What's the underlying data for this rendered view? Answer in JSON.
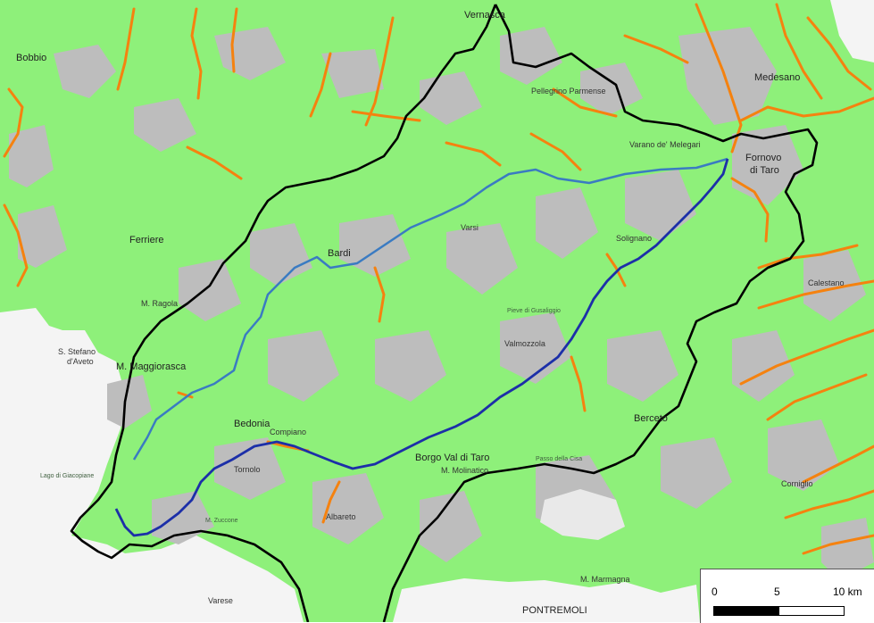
{
  "colors": {
    "land": "#8ef07a",
    "urban": "#bdbdbd",
    "roads": "#f5820f",
    "basin_boundary": "#000000",
    "river_main": "#1c2fa8",
    "river_tributary": "#3a7bc2"
  },
  "labels": {
    "bobbio": "Bobbio",
    "vernasca": "Vernasca",
    "medesano": "Medesano",
    "fornovo": "Fornovo",
    "di_taro": "di Taro",
    "bardi": "Bardi",
    "ferriere": "Ferriere",
    "m_ragola": "M. Ragola",
    "m_maggiorasca": "M. Maggiorasca",
    "s_stefano": "S. Stefano",
    "d_aveto": "d'Aveto",
    "bedonia": "Bedonia",
    "tornolo": "Tornolo",
    "borgo_val_di_taro": "Borgo Val di Taro",
    "m_molinatico": "M. Molinatico",
    "albareto": "Albareto",
    "pontremoli": "PONTREMOLI",
    "berceto": "Berceto",
    "solignano": "Solignano",
    "varano_de_melegari": "Varano de' Melegari",
    "pellegrino_parmense": "Pellegrino Parmense",
    "passo_della_cisa": "Passo della Cisa",
    "calestano": "Calestano",
    "corniglio": "Corniglio",
    "valmozzola": "Valmozzola",
    "varsi": "Varsi",
    "pieve_di_gusaliggio": "Pieve di Gusaliggio",
    "m_zuccone": "M. Zuccone",
    "compiano": "Compiano",
    "m_marmagna": "M. Marmagna",
    "varese_ligure": "Varese",
    "lago_giacopiane": "Lago di Giacopiane"
  },
  "scalebar": {
    "tick_0": "0",
    "tick_5": "5",
    "tick_10": "10 km"
  }
}
